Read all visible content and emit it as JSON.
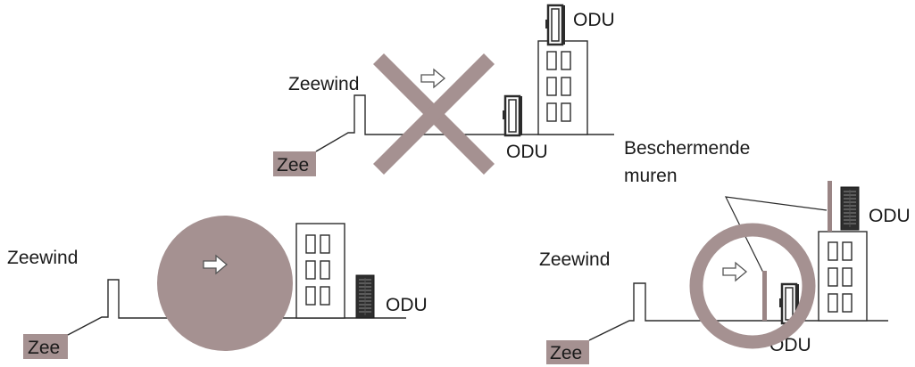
{
  "colors": {
    "accent": "#a59191",
    "line": "#2b2b2b",
    "unit_dark": "#2e2e2e",
    "background": "#ffffff"
  },
  "top_panel": {
    "wind_label": "Zeewind",
    "sea_label": "Zee",
    "unit_label_ground": "ODU",
    "unit_label_roof": "ODU",
    "verdict_icon": "cross-icon"
  },
  "bottom_left_panel": {
    "wind_label": "Zeewind",
    "sea_label": "Zee",
    "unit_label": "ODU",
    "highlight_icon": "disc-icon"
  },
  "bottom_right_panel": {
    "wind_label": "Zeewind",
    "sea_label": "Zee",
    "wall_label_line1": "Beschermende",
    "wall_label_line2": "muren",
    "unit_label_ground": "ODU",
    "unit_label_roof": "ODU",
    "highlight_icon": "ring-icon"
  }
}
